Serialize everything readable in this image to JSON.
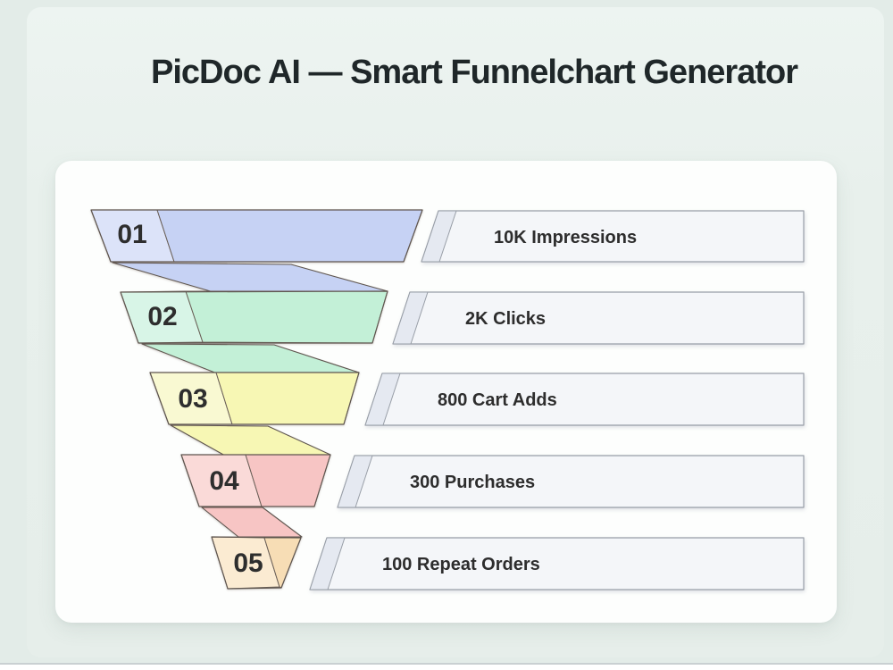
{
  "page": {
    "title": "PicDoc AI — Smart Funnelchart Generator"
  },
  "chart_data": {
    "type": "funnel",
    "title": "PicDoc AI — Smart Funnelchart Generator",
    "orientation": "vertical-top-down",
    "stages": [
      {
        "step": "01",
        "label": "10K Impressions",
        "value": 10000,
        "color": "#c6d2f4",
        "color_light": "#dce3f9"
      },
      {
        "step": "02",
        "label": "2K Clicks",
        "value": 2000,
        "color": "#c3f0d7",
        "color_light": "#d8f5e7"
      },
      {
        "step": "03",
        "label": "800 Cart Adds",
        "value": 800,
        "color": "#f7f7b4",
        "color_light": "#f9f9d2"
      },
      {
        "step": "04",
        "label": "300 Purchases",
        "value": 300,
        "color": "#f7c5c4",
        "color_light": "#fadad8"
      },
      {
        "step": "05",
        "label": "100 Repeat Orders",
        "value": 100,
        "color": "#f7ddb5",
        "color_light": "#fbebd2"
      }
    ],
    "bar_fill": "#f4f6f9",
    "bar_stripe_fill": "#e5e9f1"
  }
}
